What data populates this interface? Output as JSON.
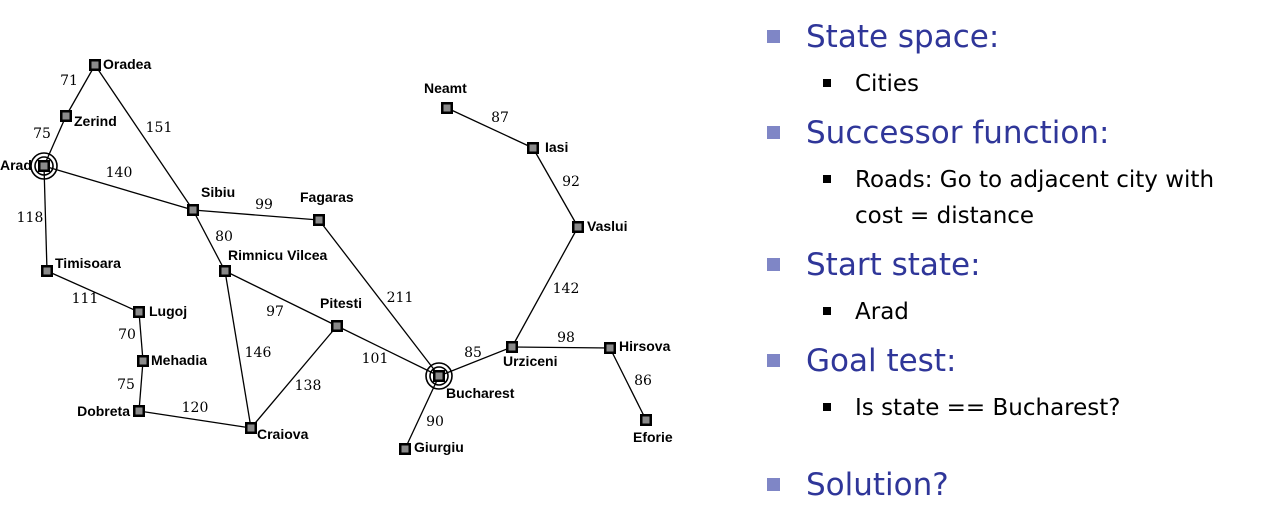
{
  "map": {
    "cities": [
      {
        "id": "oradea",
        "name": "Oradea"
      },
      {
        "id": "zerind",
        "name": "Zerind"
      },
      {
        "id": "arad",
        "name": "Arad"
      },
      {
        "id": "timisoara",
        "name": "Timisoara"
      },
      {
        "id": "lugoj",
        "name": "Lugoj"
      },
      {
        "id": "mehadia",
        "name": "Mehadia"
      },
      {
        "id": "dobreta",
        "name": "Dobreta"
      },
      {
        "id": "craiova",
        "name": "Craiova"
      },
      {
        "id": "sibiu",
        "name": "Sibiu"
      },
      {
        "id": "rimnicu",
        "name": "Rimnicu Vilcea"
      },
      {
        "id": "fagaras",
        "name": "Fagaras"
      },
      {
        "id": "pitesti",
        "name": "Pitesti"
      },
      {
        "id": "bucharest",
        "name": "Bucharest"
      },
      {
        "id": "giurgiu",
        "name": "Giurgiu"
      },
      {
        "id": "urziceni",
        "name": "Urziceni"
      },
      {
        "id": "hirsova",
        "name": "Hirsova"
      },
      {
        "id": "eforie",
        "name": "Eforie"
      },
      {
        "id": "vaslui",
        "name": "Vaslui"
      },
      {
        "id": "iasi",
        "name": "Iasi"
      },
      {
        "id": "neamt",
        "name": "Neamt"
      }
    ],
    "roads": [
      {
        "from": "oradea",
        "to": "zerind",
        "cost": "71"
      },
      {
        "from": "zerind",
        "to": "arad",
        "cost": "75"
      },
      {
        "from": "oradea",
        "to": "sibiu",
        "cost": "151"
      },
      {
        "from": "arad",
        "to": "sibiu",
        "cost": "140"
      },
      {
        "from": "arad",
        "to": "timisoara",
        "cost": "118"
      },
      {
        "from": "timisoara",
        "to": "lugoj",
        "cost": "111"
      },
      {
        "from": "lugoj",
        "to": "mehadia",
        "cost": "70"
      },
      {
        "from": "mehadia",
        "to": "dobreta",
        "cost": "75"
      },
      {
        "from": "dobreta",
        "to": "craiova",
        "cost": "120"
      },
      {
        "from": "sibiu",
        "to": "fagaras",
        "cost": "99"
      },
      {
        "from": "sibiu",
        "to": "rimnicu",
        "cost": "80"
      },
      {
        "from": "rimnicu",
        "to": "pitesti",
        "cost": "97"
      },
      {
        "from": "rimnicu",
        "to": "craiova",
        "cost": "146"
      },
      {
        "from": "craiova",
        "to": "pitesti",
        "cost": "138"
      },
      {
        "from": "fagaras",
        "to": "bucharest",
        "cost": "211"
      },
      {
        "from": "pitesti",
        "to": "bucharest",
        "cost": "101"
      },
      {
        "from": "bucharest",
        "to": "giurgiu",
        "cost": "90"
      },
      {
        "from": "bucharest",
        "to": "urziceni",
        "cost": "85"
      },
      {
        "from": "urziceni",
        "to": "hirsova",
        "cost": "98"
      },
      {
        "from": "hirsova",
        "to": "eforie",
        "cost": "86"
      },
      {
        "from": "urziceni",
        "to": "vaslui",
        "cost": "142"
      },
      {
        "from": "vaslui",
        "to": "iasi",
        "cost": "92"
      },
      {
        "from": "iasi",
        "to": "neamt",
        "cost": "87"
      }
    ]
  },
  "bullets": {
    "state_space": "State space:",
    "state_space_item": "Cities",
    "successor": "Successor function:",
    "successor_item": "Roads: Go to adjacent city with cost = distance",
    "start": "Start state:",
    "start_item": "Arad",
    "goal": "Goal test:",
    "goal_item": "Is state == Bucharest?",
    "solution": "Solution?"
  },
  "colors": {
    "heading": "#2f3699",
    "bullet_square": "#7f86c6",
    "node_fill": "#8a8a8a"
  }
}
